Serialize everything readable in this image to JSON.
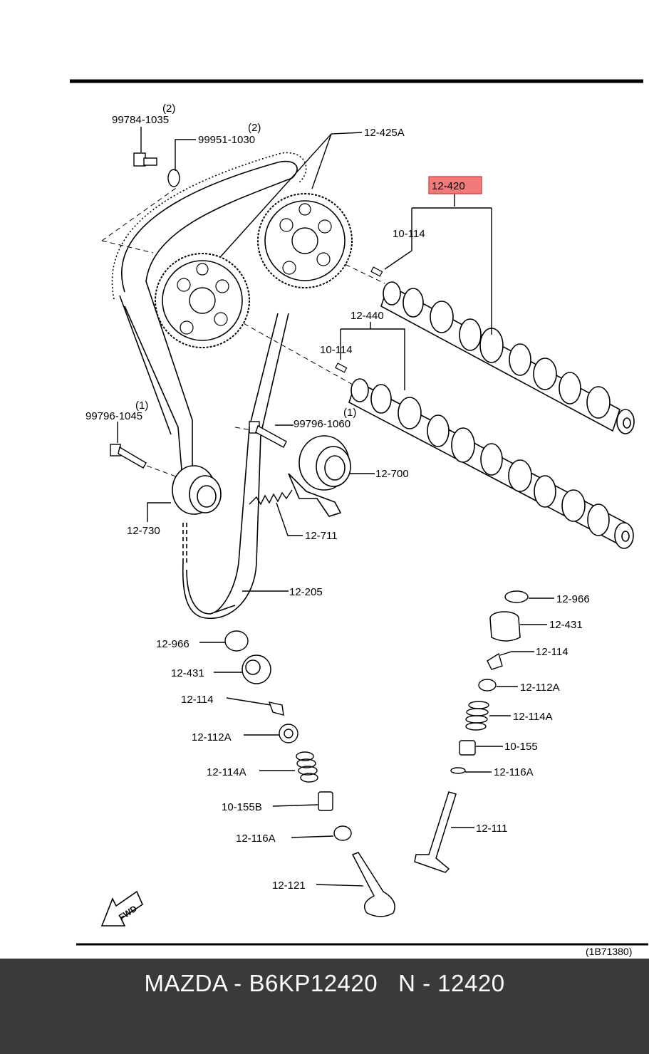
{
  "highlight_color": "#f07a7a",
  "footer_bg": "#3a3a3a",
  "diagram_ref": "(1B71380)",
  "footer": {
    "brand": "MAZDA",
    "part_number": "B6KP12420",
    "ref": "N - 12420"
  },
  "labels": {
    "l_99784": "99784-1035",
    "q_99784": "(2)",
    "l_99951": "99951-1030",
    "q_99951": "(2)",
    "l_12425A": "12-425A",
    "l_12420": "12-420",
    "l_10114a": "10-114",
    "l_12440": "12-440",
    "l_10114b": "10-114",
    "l_99796_1045": "99796-1045",
    "q_99796_1045": "(1)",
    "l_99796_1060": "99796-1060",
    "q_99796_1060": "(1)",
    "l_12700": "12-700",
    "l_12730": "12-730",
    "l_12711": "12-711",
    "l_12205": "12-205",
    "l_12966r": "12-966",
    "l_12431r": "12-431",
    "l_12114r": "12-114",
    "l_12112Ar": "12-112A",
    "l_12114Ar": "12-114A",
    "l_10155": "10-155",
    "l_12116Ar": "12-116A",
    "l_12111": "12-111",
    "l_12966l": "12-966",
    "l_12431l": "12-431",
    "l_12114l": "12-114",
    "l_12112Al": "12-112A",
    "l_12114Al": "12-114A",
    "l_10155B": "10-155B",
    "l_12116Al": "12-116A",
    "l_12121": "12-121",
    "fwd": "FWD"
  }
}
